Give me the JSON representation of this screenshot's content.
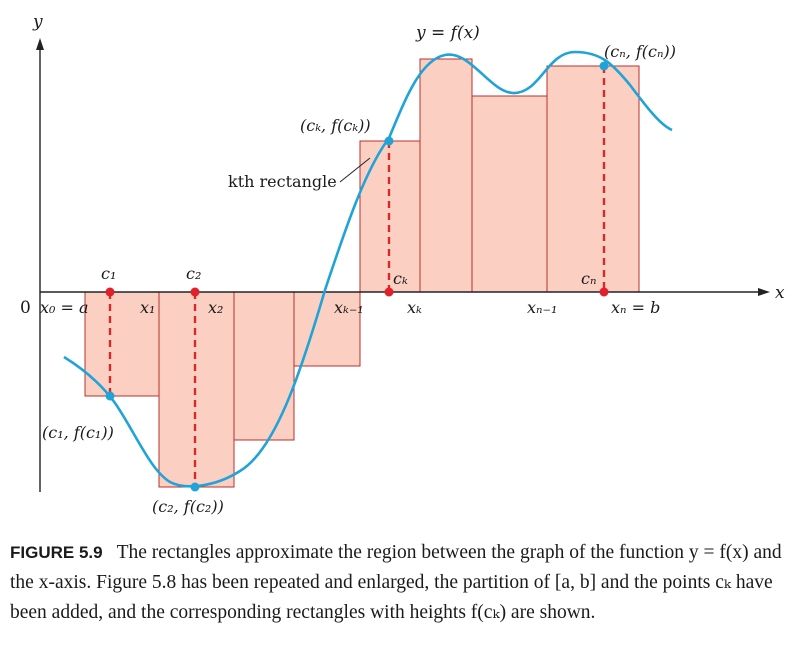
{
  "figure": {
    "axis_labels": {
      "y": "y",
      "x": "x",
      "origin": "0"
    },
    "curve_label": "y = f(x)",
    "rectangle_label": "kth rectangle",
    "partition_labels": [
      "x₀ = a",
      "x₁",
      "x₂",
      "xₖ₋₁",
      "xₖ",
      "xₙ₋₁",
      "xₙ = b"
    ],
    "sample_labels": [
      "c₁",
      "c₂",
      "cₖ",
      "cₙ"
    ],
    "point_labels": [
      "(c₁, f(c₁))",
      "(c₂, f(c₂))",
      "(cₖ, f(cₖ))",
      "(cₙ, f(cₙ))"
    ],
    "colors": {
      "curve": "#1fa3d8",
      "rect_fill": "#fbd0c2",
      "rect_stroke": "#b9302c",
      "dash": "#d62a2a",
      "point_red": "#e0202a",
      "point_blue": "#1fa3d8"
    }
  },
  "caption": {
    "label": "FIGURE 5.9",
    "text": "The rectangles approximate the region between the graph of the function y = f(x) and the x-axis. Figure 5.8 has been repeated and enlarged, the partition of [a, b] and the points cₖ have been added, and the corresponding rectangles with heights f(cₖ) are shown."
  }
}
